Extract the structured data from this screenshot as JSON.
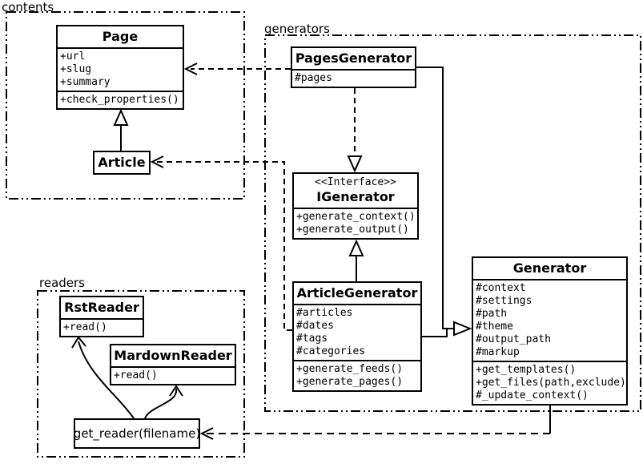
{
  "colors": {
    "line": "#000000",
    "background": "#ffffff"
  },
  "packages": {
    "contents": {
      "label": "contents"
    },
    "generators": {
      "label": "generators"
    },
    "readers": {
      "label": "readers"
    }
  },
  "classes": {
    "page": {
      "name": "Page",
      "attributes": [
        "+url",
        "+slug",
        "+summary"
      ],
      "methods": [
        "+check_properties()"
      ]
    },
    "article": {
      "name": "Article"
    },
    "pages_generator": {
      "name": "PagesGenerator",
      "attributes": [
        "#pages"
      ]
    },
    "igenerator": {
      "stereotype": "<<Interface>>",
      "name": "IGenerator",
      "methods": [
        "+generate_context()",
        "+generate_output()"
      ]
    },
    "article_generator": {
      "name": "ArticleGenerator",
      "attributes": [
        "#articles",
        "#dates",
        "#tags",
        "#categories"
      ],
      "methods": [
        "+generate_feeds()",
        "+generate_pages()"
      ]
    },
    "generator": {
      "name": "Generator",
      "attributes": [
        "#context",
        "#settings",
        "#path",
        "#theme",
        "#output_path",
        "#markup"
      ],
      "methods": [
        "+get_templates()",
        "+get_files(path,exclude)",
        "#_update_context()"
      ]
    },
    "rst_reader": {
      "name": "RstReader",
      "methods": [
        "+read()"
      ]
    },
    "mardown_reader": {
      "name": "MardownReader",
      "methods": [
        "+read()"
      ]
    },
    "get_reader": {
      "label": "get_reader(filename)"
    }
  },
  "relationships": [
    {
      "from": "Article",
      "to": "Page",
      "type": "inheritance"
    },
    {
      "from": "PagesGenerator",
      "to": "Page",
      "type": "dependency"
    },
    {
      "from": "ArticleGenerator",
      "to": "Article",
      "type": "dependency"
    },
    {
      "from": "PagesGenerator",
      "to": "IGenerator",
      "type": "realization"
    },
    {
      "from": "ArticleGenerator",
      "to": "IGenerator",
      "type": "inheritance"
    },
    {
      "from": "PagesGenerator",
      "to": "Generator",
      "type": "inheritance"
    },
    {
      "from": "ArticleGenerator",
      "to": "Generator",
      "type": "inheritance"
    },
    {
      "from": "Generator",
      "to": "get_reader(filename)",
      "type": "dependency"
    },
    {
      "from": "get_reader(filename)",
      "to": "RstReader",
      "type": "call"
    },
    {
      "from": "get_reader(filename)",
      "to": "MardownReader",
      "type": "call"
    }
  ]
}
